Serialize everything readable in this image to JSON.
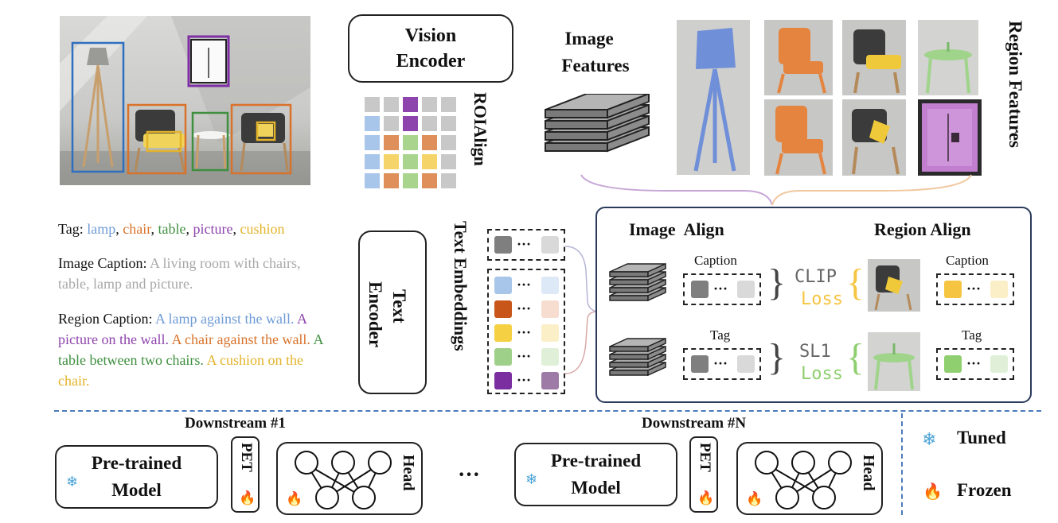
{
  "vision_encoder": {
    "line1": "Vision",
    "line2": "Encoder"
  },
  "roialign": "ROIAlign",
  "image_features": {
    "line1": "Image",
    "line2": "Features"
  },
  "region_features": "Region Features",
  "tag_text": {
    "prefix": "Tag: ",
    "items": [
      {
        "word": "lamp",
        "color": "#6f9bd6"
      },
      {
        "word": "chair",
        "color": "#d9722a"
      },
      {
        "word": "table",
        "color": "#3f8f3f"
      },
      {
        "word": "picture",
        "color": "#8e44ad"
      },
      {
        "word": "cushion",
        "color": "#e3b32a"
      }
    ]
  },
  "image_caption": {
    "label": "Image Caption: ",
    "text": "A living room with chairs, table, lamp and picture."
  },
  "region_caption": {
    "label": "Region Caption: ",
    "parts": [
      {
        "text": "A lamp against the wall.",
        "color": "#6f9bd6"
      },
      {
        "text": "A picture on the wall.",
        "color": "#8e44ad"
      },
      {
        "text": "A chair against the wall.",
        "color": "#d9722a"
      },
      {
        "text": "A table between two chairs.",
        "color": "#3f8f3f"
      },
      {
        "text": "A cushion on the chair.",
        "color": "#e3b32a"
      }
    ]
  },
  "text_encoder": {
    "line1": "Text",
    "line2": "Encoder"
  },
  "text_embeddings": "Text Embeddings",
  "align_panel": {
    "image_align": "Image  Align",
    "region_align": "Region Align",
    "caption_left": "Caption",
    "caption_right": "Caption",
    "tag_left": "Tag",
    "tag_right": "Tag",
    "clip": "CLIP",
    "loss1": "Loss",
    "sl1": "SL1",
    "loss2": "Loss",
    "ellipsis": "···"
  },
  "downstream": {
    "first": "Downstream #1",
    "last": "Downstream #N",
    "model_line1": "Pre-trained",
    "model_line2": "Model",
    "pet": "PET",
    "head": "Head",
    "ellipsis": "···"
  },
  "legend": {
    "tuned": "Tuned",
    "frozen": "Frozen"
  },
  "colors": {
    "lamp": "#6f9bd6",
    "chair": "#d9722a",
    "table": "#3f8f3f",
    "picture": "#8e44ad",
    "cushion": "#e3b32a",
    "gray_text": "#a8a8a8",
    "clip_loss": "#f5c542",
    "sl1_loss": "#8fcf6f",
    "divider": "#4a7bb7"
  }
}
